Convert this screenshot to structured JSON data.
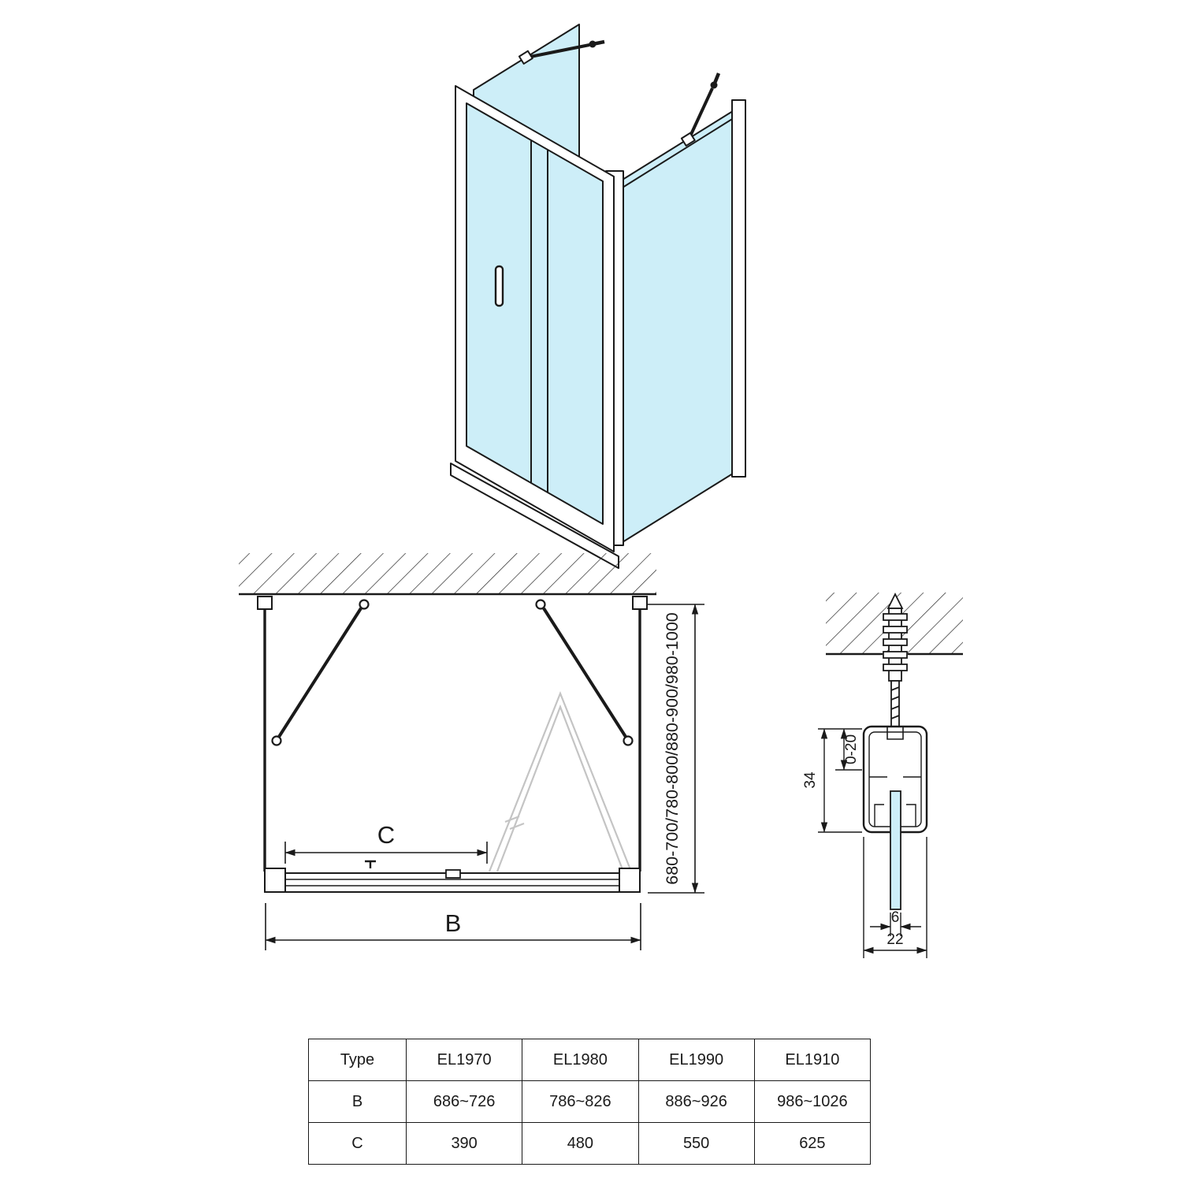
{
  "colors": {
    "glass": "#cdeef8",
    "ghost": "#c4c4c4",
    "line": "#1a1a1a"
  },
  "plan": {
    "dim_c": "C",
    "dim_b": "B",
    "dim_height": "680-700/780-800/880-900/980-1000"
  },
  "profile": {
    "dim_adjust": "0-20",
    "dim_height": "34",
    "dim_glass": "6",
    "dim_width": "22"
  },
  "table": {
    "header": [
      "Type",
      "EL1970",
      "EL1980",
      "EL1990",
      "EL1910"
    ],
    "rows": [
      {
        "label": "B",
        "values": [
          "686~726",
          "786~826",
          "886~926",
          "986~1026"
        ]
      },
      {
        "label": "C",
        "values": [
          "390",
          "480",
          "550",
          "625"
        ]
      }
    ]
  }
}
